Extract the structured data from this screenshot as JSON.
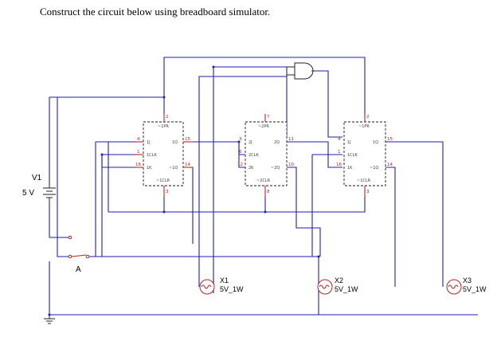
{
  "title": "Construct the circuit below using breadboard simulator.",
  "source": {
    "name": "V1",
    "value": "5 V"
  },
  "switch": {
    "label": "A"
  },
  "flipflops": [
    {
      "pre": "~1PR",
      "j": "1J",
      "clk": "1CLK",
      "k": "1K",
      "q": "1Q",
      "qn": "~1Q",
      "clr": "~1CLR",
      "pins": {
        "pre": "2",
        "j": "4",
        "clk": "1",
        "k": "16",
        "q": "15",
        "qn": "14",
        "clr": "3"
      }
    },
    {
      "pre": "~2PR",
      "j": "2J",
      "clk": "2CLK",
      "k": "2K",
      "q": "2Q",
      "qn": "~2Q",
      "clr": "~2CLR",
      "pins": {
        "pre": "7",
        "j": "3",
        "clk": "6",
        "k": "12",
        "q": "11",
        "qn": "10",
        "clr": "8"
      }
    },
    {
      "pre": "~1PR",
      "j": "1J",
      "clk": "1CLK",
      "k": "1K",
      "q": "1Q",
      "qn": "~1Q",
      "clr": "~1CLR",
      "pins": {
        "pre": "2",
        "j": "4",
        "clk": "1",
        "k": "16",
        "q": "15",
        "qn": "14",
        "clr": "3"
      }
    }
  ],
  "lamps": [
    {
      "name": "X1",
      "rating": "5V_1W"
    },
    {
      "name": "X2",
      "rating": "5V_1W"
    },
    {
      "name": "X3",
      "rating": "5V_1W"
    }
  ]
}
